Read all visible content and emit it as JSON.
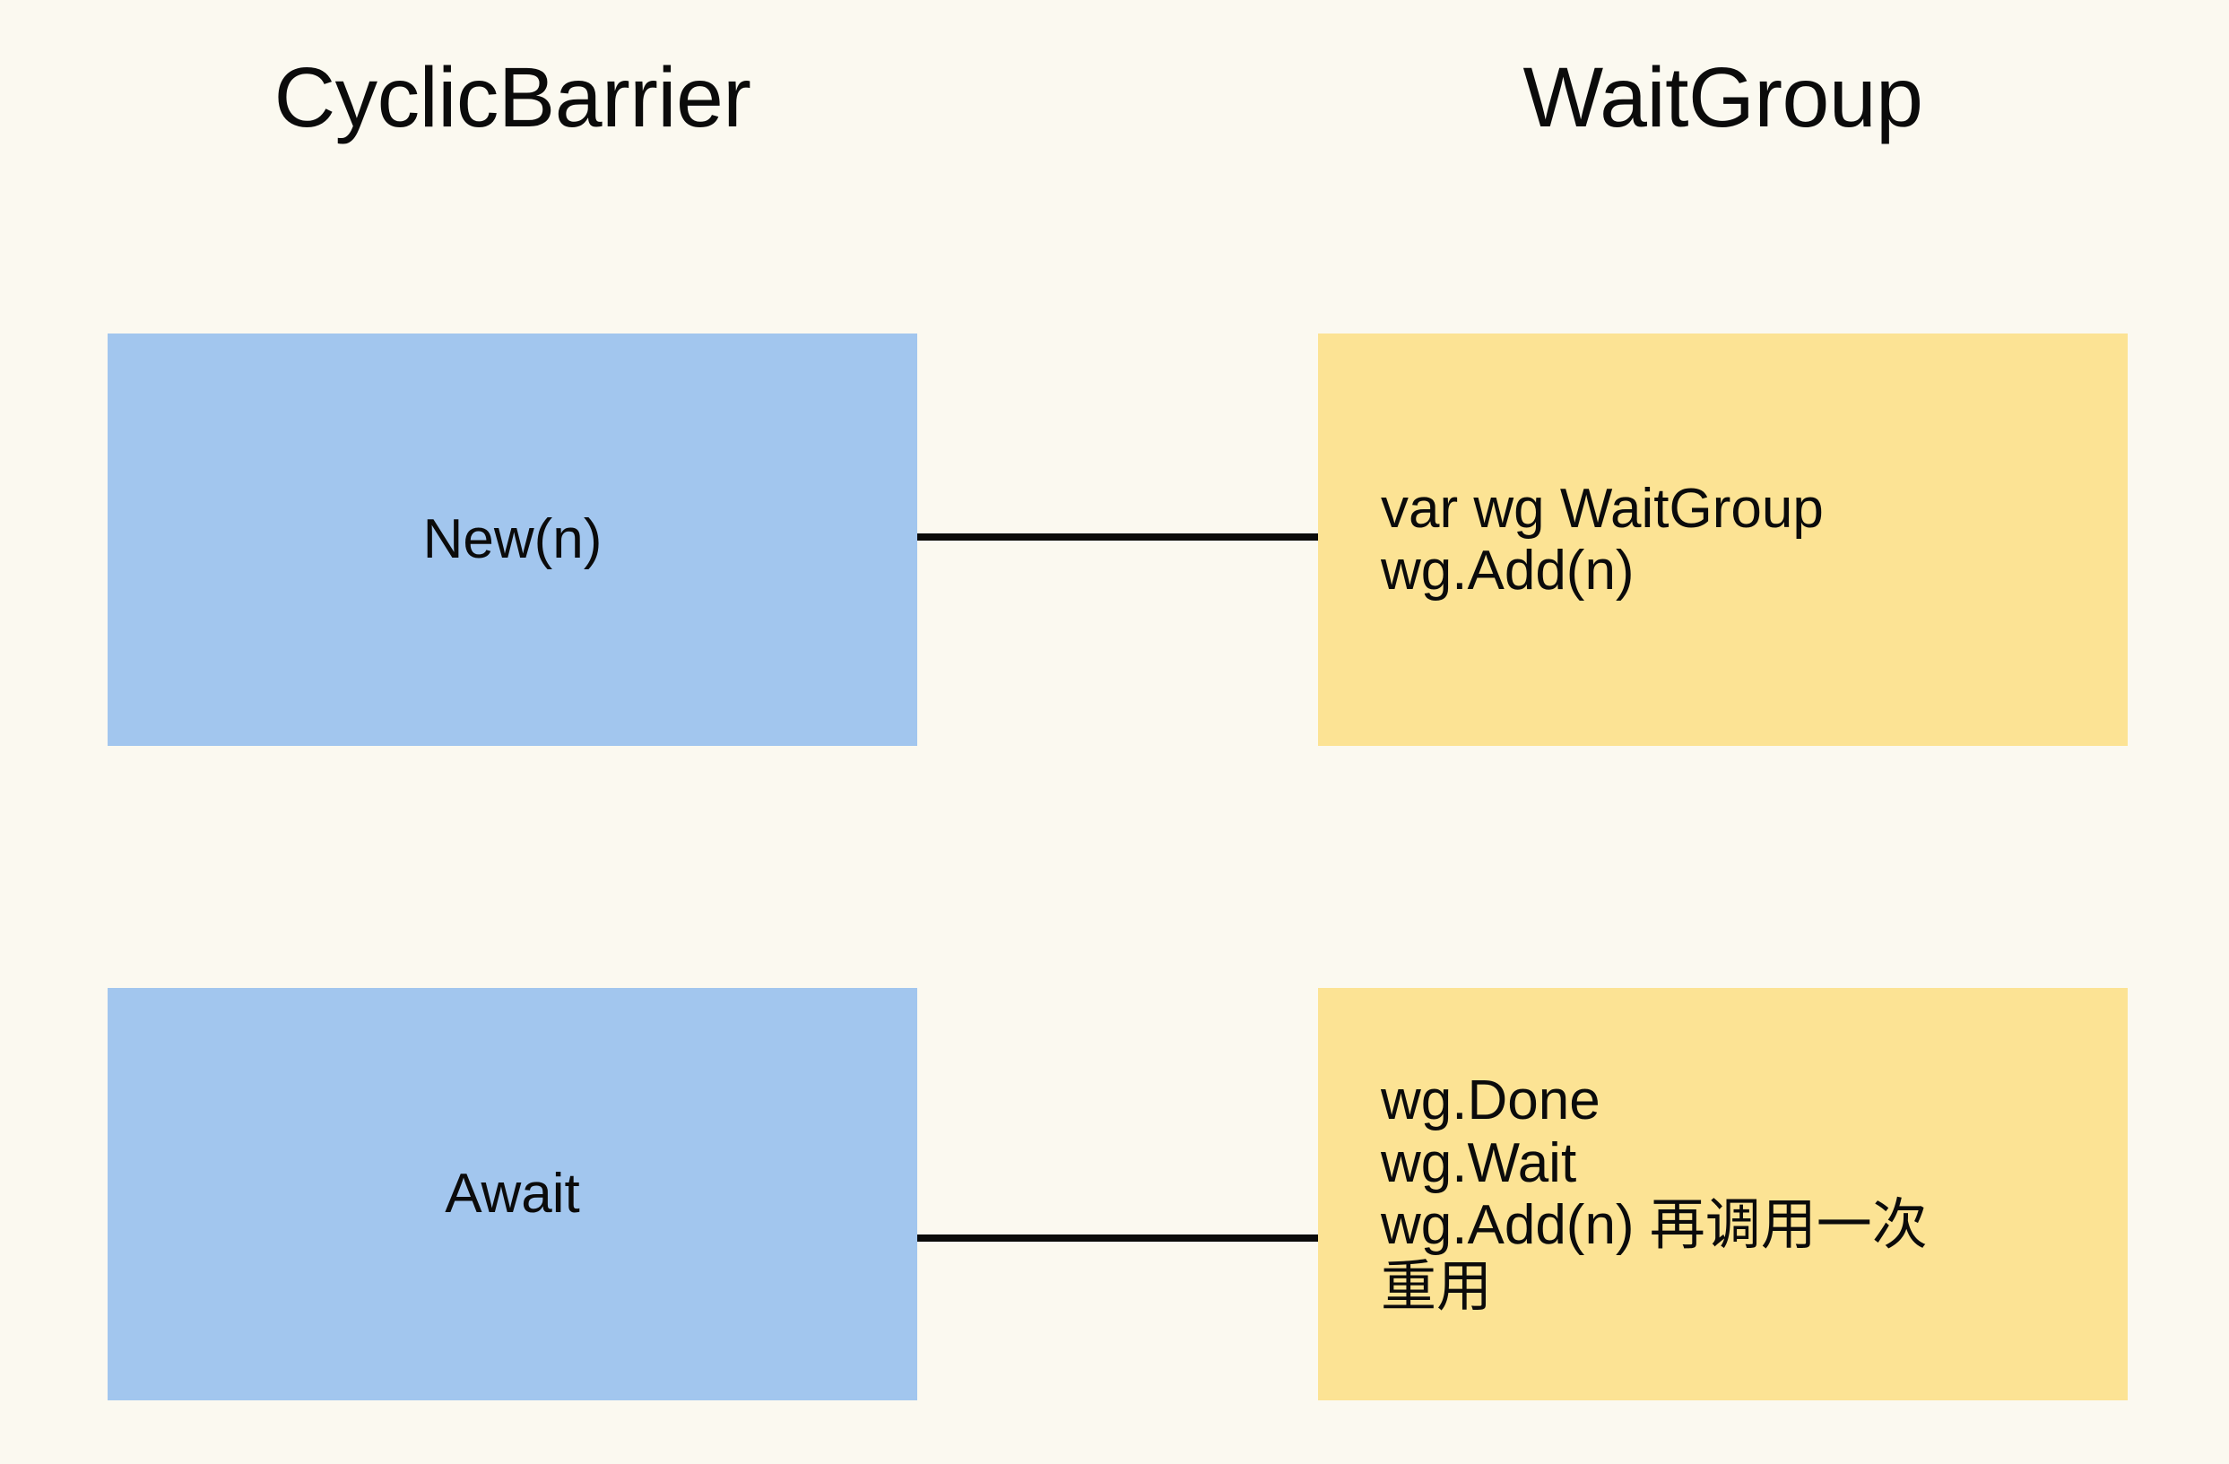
{
  "diagram": {
    "background_color": "#FBF9F0",
    "columns": [
      {
        "title": "CyclicBarrier",
        "accent_color": "#A2C6EE"
      },
      {
        "title": "WaitGroup",
        "accent_color": "#FCE394"
      }
    ],
    "rows": [
      {
        "left": {
          "label": "New(n)"
        },
        "right": {
          "lines": [
            "var wg WaitGroup",
            "wg.Add(n)"
          ]
        }
      },
      {
        "left": {
          "label": "Await"
        },
        "right": {
          "lines": [
            "wg.Done",
            "wg.Wait",
            "wg.Add(n) 再调用一次",
            "重用"
          ]
        }
      }
    ],
    "connector_color": "#0B0B0B"
  }
}
